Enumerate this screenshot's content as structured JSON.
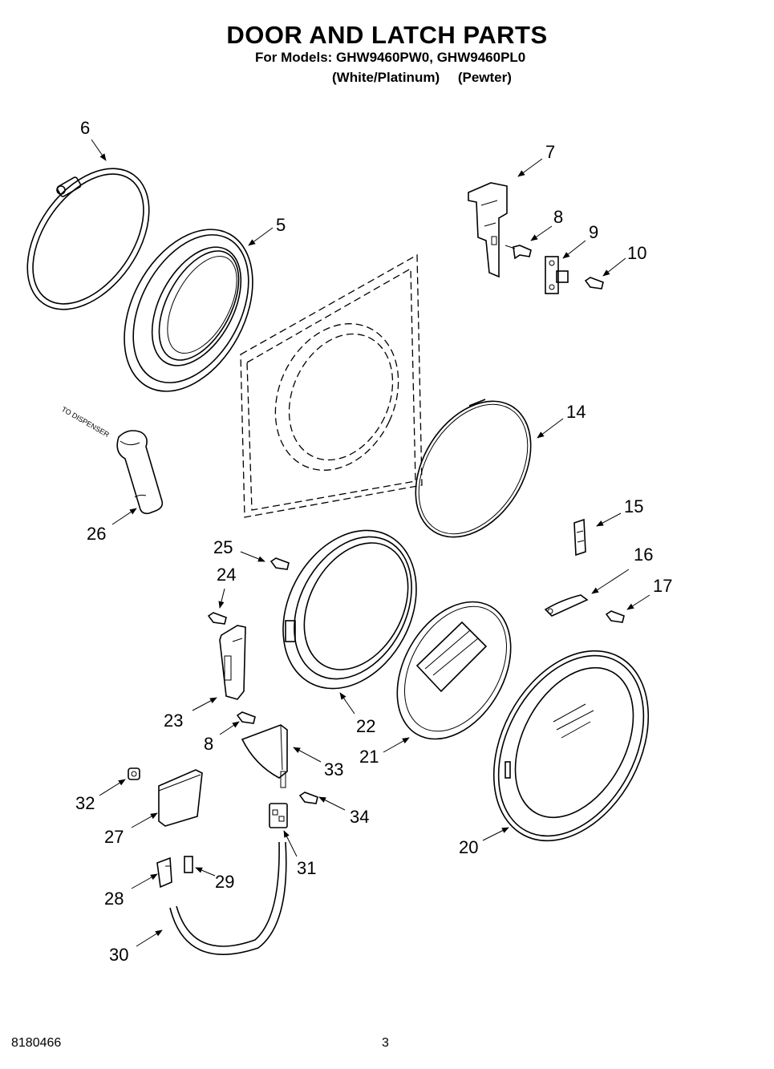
{
  "header": {
    "title": "DOOR AND LATCH PARTS",
    "models_line": "For Models: GHW9460PW0, GHW9460PL0",
    "color_white": "(White/Platinum)",
    "color_pewter": "(Pewter)"
  },
  "annotation": "TO DISPENSER",
  "callouts": [
    "6",
    "5",
    "7",
    "8",
    "9",
    "10",
    "14",
    "15",
    "16",
    "17",
    "26",
    "25",
    "24",
    "23",
    "8",
    "22",
    "21",
    "33",
    "20",
    "32",
    "27",
    "34",
    "31",
    "28",
    "29",
    "30"
  ],
  "footer": {
    "doc_number": "8180466",
    "page_number": "3"
  }
}
